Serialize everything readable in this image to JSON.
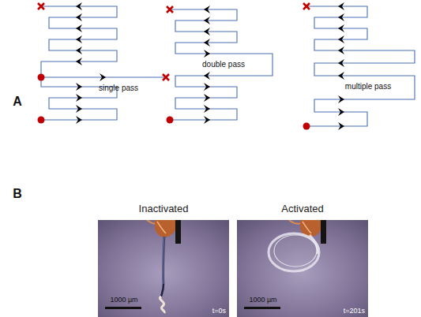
{
  "diagram": {
    "nodes": [
      {
        "text": [
          "Inactivated",
          "1000 µm",
          "t=0s"
        ]
      },
      {
        "text": [
          "Activated",
          "1000 µm",
          "t=201s"
        ]
      }
    ],
    "labels": [
      "A",
      "single pass",
      "double pass",
      "multiple pass",
      "B"
    ]
  }
}
